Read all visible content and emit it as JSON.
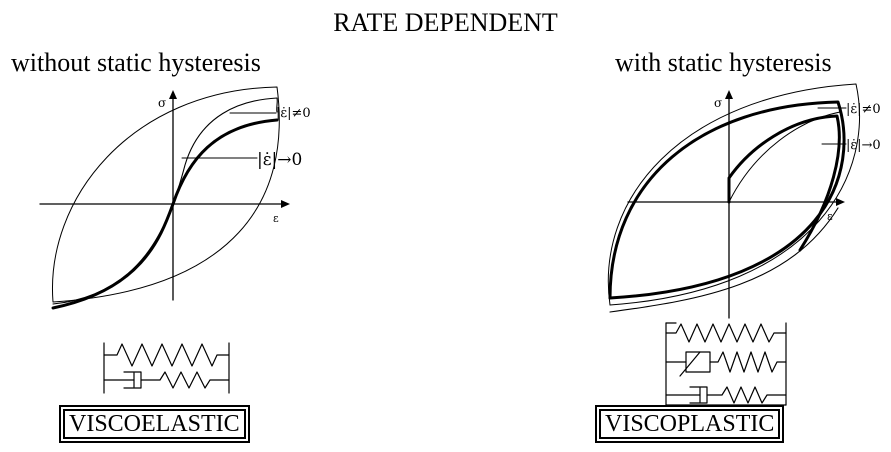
{
  "title": "RATE DEPENDENT",
  "panels": [
    {
      "subtitle": "without static hysteresis",
      "axis_y": "σ",
      "axis_x": "ε",
      "rate_nonzero": "|ε̇|≠0",
      "rate_zero": "|ε̇|→0",
      "model": "VISCOELASTIC"
    },
    {
      "subtitle": "with static hysteresis",
      "axis_y": "σ",
      "axis_x": "ε",
      "rate_nonzero": "|ε̇|≠0",
      "rate_zero": "|ε̇|→0",
      "model": "VISCOPLASTIC"
    }
  ]
}
